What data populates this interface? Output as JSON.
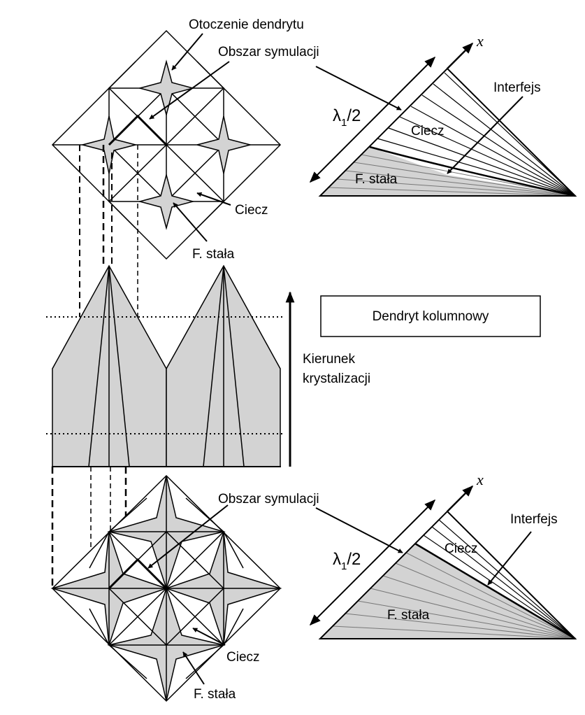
{
  "labels": {
    "dendrite_surroundings": "Otoczenie dendrytu",
    "simulation_area_top": "Obszar symulacji",
    "simulation_area_bottom": "Obszar symulacji",
    "liquid_top_left": "Ciecz",
    "solid_top_left": "F. stała",
    "liquid_bottom_left": "Ciecz",
    "solid_bottom_left": "F. stała",
    "x_axis_top": "x",
    "x_axis_bottom": "x",
    "interface_top": "Interfejs",
    "interface_bottom": "Interfejs",
    "liquid_top_right": "Ciecz",
    "solid_top_right": "F. stała",
    "liquid_bottom_right": "Ciecz",
    "solid_bottom_right": "F. stała",
    "lambda_top_symbol": "λ",
    "lambda_top_sub": "1",
    "lambda_top_tail": "/2",
    "lambda_bottom_symbol": "λ",
    "lambda_bottom_sub": "1",
    "lambda_bottom_tail": "/2",
    "columnar_dendrite": "Dendryt kolumnowy",
    "growth_direction_line1": "Kierunek",
    "growth_direction_line2": "krystalizacji"
  },
  "colors": {
    "solid_fill": "#d3d3d3",
    "line": "#000000",
    "hatch": "#666666"
  }
}
